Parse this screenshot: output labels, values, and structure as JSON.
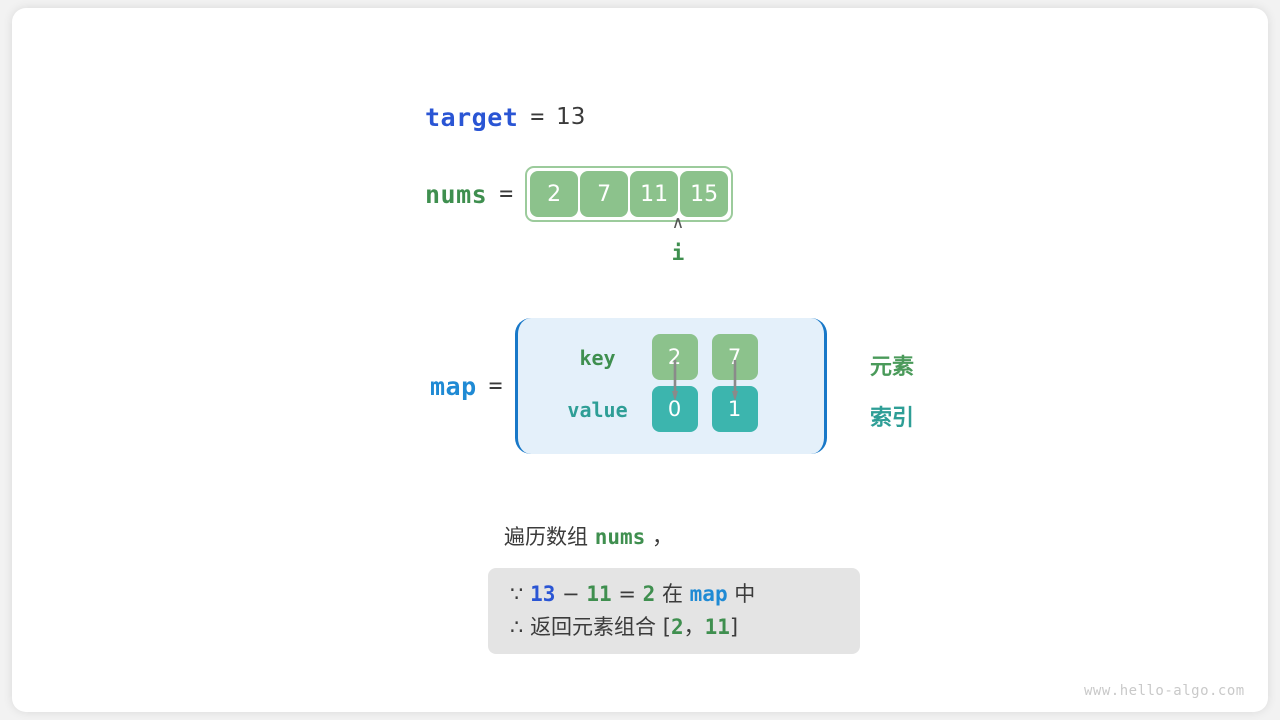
{
  "watermark": "www.hello-algo.com",
  "target": {
    "var_label": "target",
    "equals": "=",
    "value": "13"
  },
  "nums": {
    "var_label": "nums",
    "equals": "=",
    "cells": [
      "2",
      "7",
      "11",
      "15"
    ],
    "pointer": {
      "caret": "∧",
      "name": "i",
      "at_index": 2
    }
  },
  "map": {
    "var_label": "map",
    "equals": "=",
    "row_labels": {
      "key": "key",
      "value": "value"
    },
    "entries": [
      {
        "key": "2",
        "value": "0"
      },
      {
        "key": "7",
        "value": "1"
      }
    ],
    "side_labels": {
      "element": "元素",
      "index": "索引"
    }
  },
  "caption": {
    "prefix": "遍历数组 ",
    "code": "nums",
    "suffix": " ，"
  },
  "note": {
    "line1": {
      "because_symbol": "∵",
      "a": "13",
      "minus": "−",
      "b": "11",
      "eq": "=",
      "c": "2",
      "in_word": "在",
      "map_word": "map",
      "tail": "中"
    },
    "line2": {
      "therefore_symbol": "∴",
      "text": "返回元素组合 ",
      "bracket_open": "[",
      "x": "2",
      "comma": "，",
      "y": "11",
      "bracket_close": "]"
    }
  },
  "colors": {
    "array_cell": "#8cc28c",
    "array_frame": "#9ccb9c",
    "map_value_cell": "#3cb5ae",
    "map_box_bg": "#e4f0fa",
    "map_box_border": "#1878c8",
    "target_blue": "#2a55d4",
    "map_blue": "#1f8ad4",
    "nums_green": "#3f8f4f",
    "note_bg": "#e4e4e4",
    "arrow_gray": "#8a8a8a"
  }
}
